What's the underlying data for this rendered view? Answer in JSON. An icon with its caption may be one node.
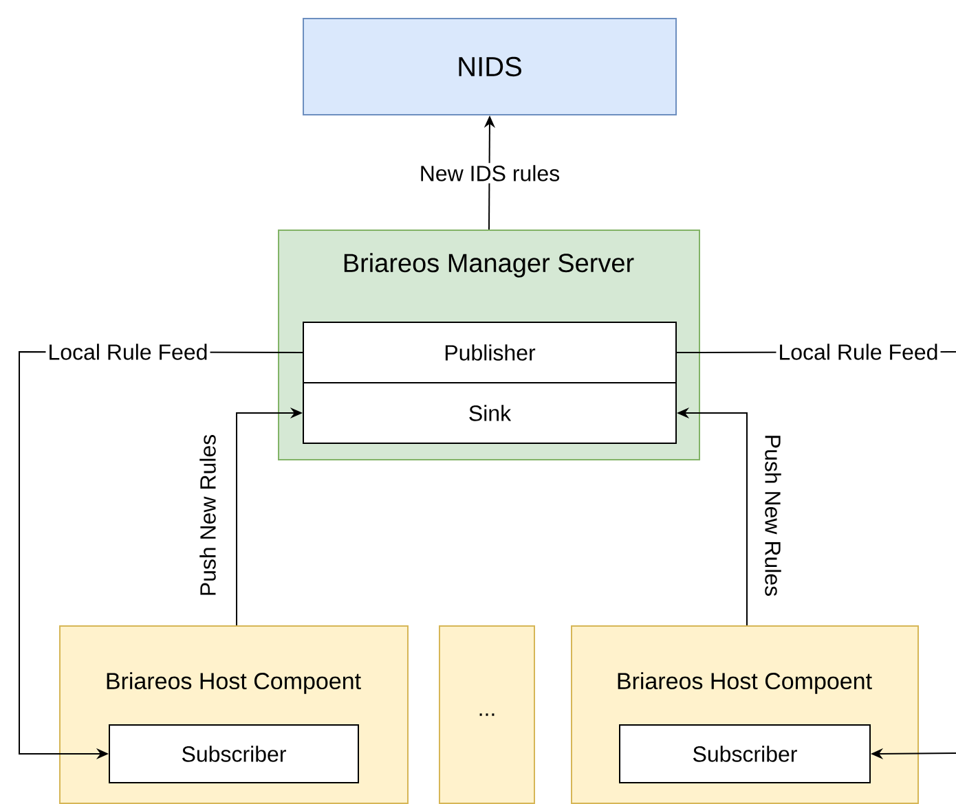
{
  "diagram": {
    "nodes": [
      {
        "text": [
          "NIDS"
        ]
      },
      {
        "text": [
          "Briareos Manager Server"
        ]
      },
      {
        "text": [
          "Publisher"
        ],
        "in": 1
      },
      {
        "text": [
          "Sink"
        ],
        "in": 1
      },
      {
        "text": [
          "Briareos Host Compoent"
        ]
      },
      {
        "text": [
          "Subscriber"
        ],
        "in": 4
      },
      {
        "text": [
          "..."
        ]
      },
      {
        "text": [
          "Briareos Host Compoent"
        ]
      },
      {
        "text": [
          "Subscriber"
        ],
        "in": 7
      }
    ],
    "edges": [
      {
        "from": 1,
        "to": 0,
        "arrow": "to",
        "label": "New IDS rules"
      },
      {
        "from": 2,
        "to": 5,
        "arrow": "to",
        "label": "Local Rule Feed"
      },
      {
        "from": 2,
        "to": null,
        "arrow": "none",
        "label": "Local Rule Feed"
      },
      {
        "from": null,
        "to": 8,
        "arrow": "to"
      },
      {
        "from": 4,
        "to": 3,
        "arrow": "to",
        "label": "Push New Rules"
      },
      {
        "from": 7,
        "to": 3,
        "arrow": "to",
        "label": "Push New Rules"
      }
    ]
  }
}
